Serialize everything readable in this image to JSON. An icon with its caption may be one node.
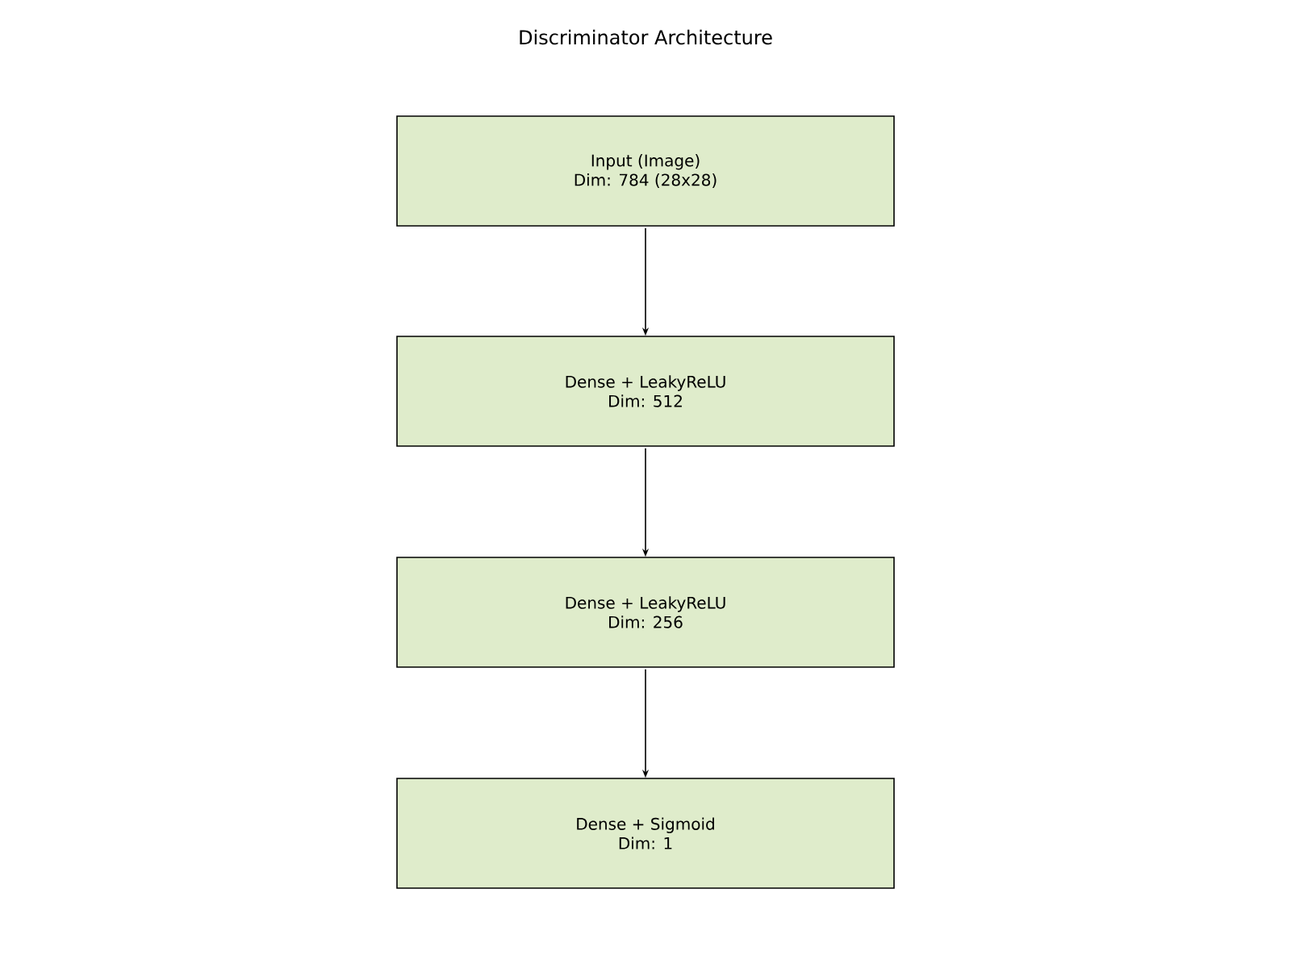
{
  "diagram": {
    "title": "Discriminator Architecture",
    "nodes": [
      {
        "text": [
          "Input (Image)",
          "Dim: 784 (28x28)"
        ]
      },
      {
        "text": [
          "Dense + LeakyReLU",
          "Dim: 512"
        ]
      },
      {
        "text": [
          "Dense + LeakyReLU",
          "Dim: 256"
        ]
      },
      {
        "text": [
          "Dense + Sigmoid",
          "Dim: 1"
        ]
      }
    ],
    "edges": [
      {
        "from": 0,
        "to": 1,
        "arrow": "to"
      },
      {
        "from": 1,
        "to": 2,
        "arrow": "to"
      },
      {
        "from": 2,
        "to": 3,
        "arrow": "to"
      }
    ]
  }
}
